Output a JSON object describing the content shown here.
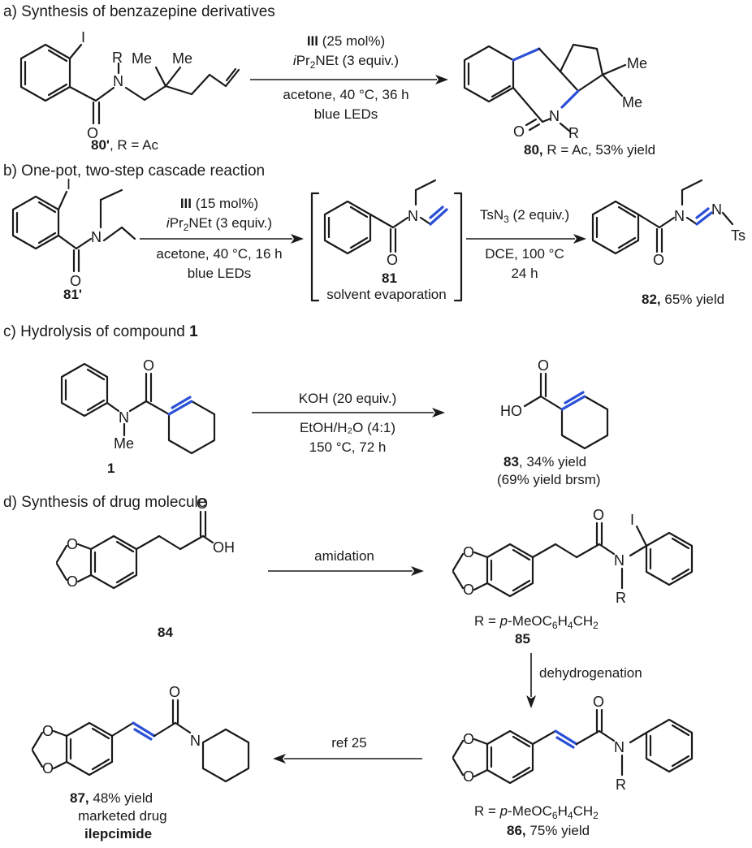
{
  "sections": {
    "a": {
      "title": "a) Synthesis of benzazepine derivatives"
    },
    "b": {
      "title": "b) One-pot, two-step cascade reaction"
    },
    "c": {
      "title_pre": "c) Hydrolysis of compound ",
      "title_bold": "1"
    },
    "d": {
      "title": "d) Synthesis of drug molecule"
    }
  },
  "atoms": {
    "I": "I",
    "N": "N",
    "O": "O",
    "R": "R",
    "Me": "Me",
    "Ts": "Ts",
    "HO": "HO",
    "OH": "OH"
  },
  "reaction_a": {
    "cond1_bold": "III",
    "cond1_rest": " (25 mol%)",
    "cond2_i": "i",
    "cond2_rest": "Pr",
    "cond2_sub": "2",
    "cond2_end": "NEt (3 equiv.)",
    "cond3": "acetone, 40 °C, 36 h",
    "cond4": "blue LEDs",
    "sm_bold": "80'",
    "sm_rest": ", R = Ac",
    "pr_bold": "80,",
    "pr_rest": " R = Ac, 53% yield"
  },
  "reaction_b": {
    "cond1_bold": "III",
    "cond1_rest": " (15 mol%)",
    "cond2_i": "i",
    "cond2_rest": "Pr",
    "cond2_sub": "2",
    "cond2_end": "NEt (3 equiv.)",
    "cond3": "acetone, 40 °C, 16 h",
    "cond4": "blue LEDs",
    "step2_a": "TsN",
    "step2_sub": "3",
    "step2_b": " (2 equiv.)",
    "step2_c": "DCE, 100 °C",
    "step2_d": "24 h",
    "sm_label": "81'",
    "int_label": "81",
    "int_note": "solvent evaporation",
    "pr_bold": "82,",
    "pr_rest": " 65% yield"
  },
  "reaction_c": {
    "cond1": "KOH (20 equiv.)",
    "cond2": "EtOH/H₂O (4:1)",
    "cond3": "150 °C, 72 h",
    "sm_label": "1",
    "pr_bold": "83",
    "pr_rest": ", 34% yield",
    "pr_note": "(69% yield brsm)"
  },
  "reaction_d": {
    "step1": "amidation",
    "step2": "dehydrogenation",
    "step3": "ref 25",
    "c84": "84",
    "c85": "85",
    "r_def_a": "R = ",
    "r_def_p": "p",
    "r_def_b": "-MeOC",
    "r_def_s1": "6",
    "r_def_c": "H",
    "r_def_s2": "4",
    "r_def_d": "CH",
    "r_def_s3": "2",
    "c86_bold": "86,",
    "c86_rest": " 75% yield",
    "c87_bold": "87,",
    "c87_rest": " 48% yield",
    "c87_note": "marketed drug",
    "c87_name": "ilepcimide"
  },
  "colors": {
    "ink": "#1a1a1a",
    "highlight_bond": "#2b50d6"
  }
}
